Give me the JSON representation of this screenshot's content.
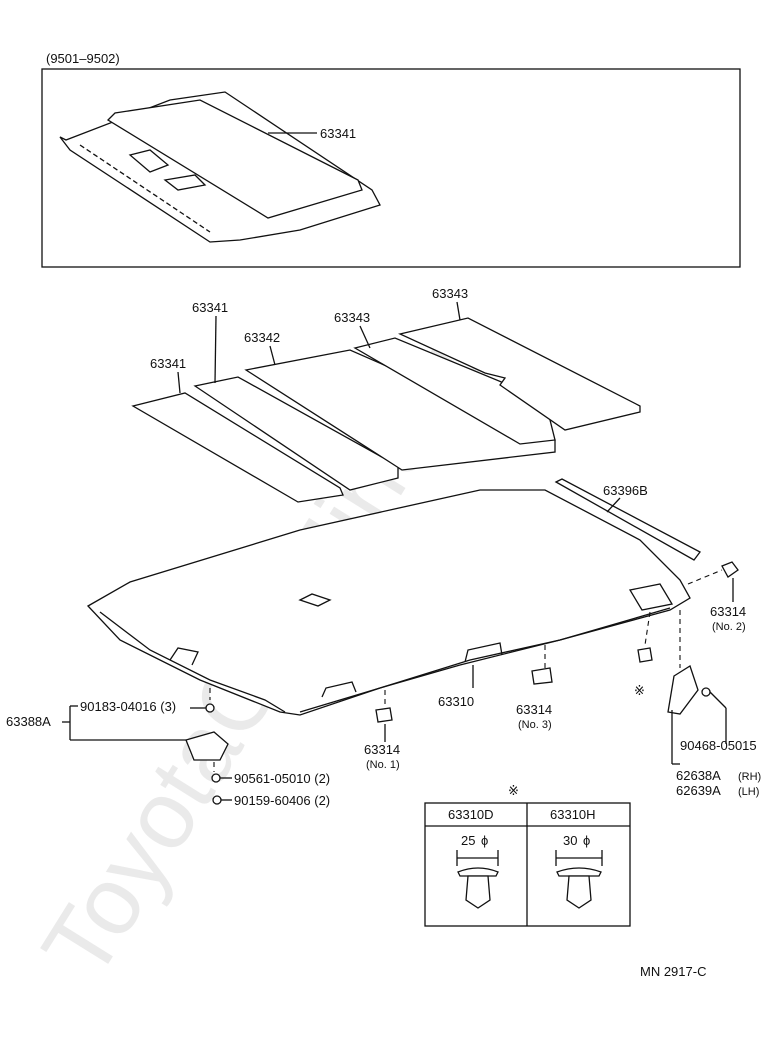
{
  "watermark": "ToyotaCarMine.ru",
  "inset": {
    "title": "(9501–9502)",
    "part": "63341"
  },
  "pads": {
    "p1": "63341",
    "p2": "63341",
    "p3": "63342",
    "p4": "63343",
    "p5": "63343"
  },
  "parts": {
    "weatherstrip": "63396B",
    "headlining": "63310",
    "clip_no1": {
      "num": "63314",
      "sub": "(No. 1)"
    },
    "clip_no2": {
      "num": "63314",
      "sub": "(No. 2)"
    },
    "clip_no3": {
      "num": "63314",
      "sub": "(No. 3)"
    },
    "lamp_assy": "63388A",
    "lamp_screw": "90183-04016 (3)",
    "lamp_nut": "90561-05010 (2)",
    "lamp_bolt": "90159-60406 (2)",
    "visor_bolt": "90468-05015",
    "holder_rh": {
      "num": "62638A",
      "sub": "(RH)"
    },
    "holder_lh": {
      "num": "62639A",
      "sub": "(LH)"
    }
  },
  "note_mark": "※",
  "clip_table": {
    "mark": "※",
    "col1_header": "63310D",
    "col2_header": "63310H",
    "col1_size": "25",
    "col2_size": "30",
    "dia_symbol": "ϕ"
  },
  "diagram_code": "MN  2917-C"
}
